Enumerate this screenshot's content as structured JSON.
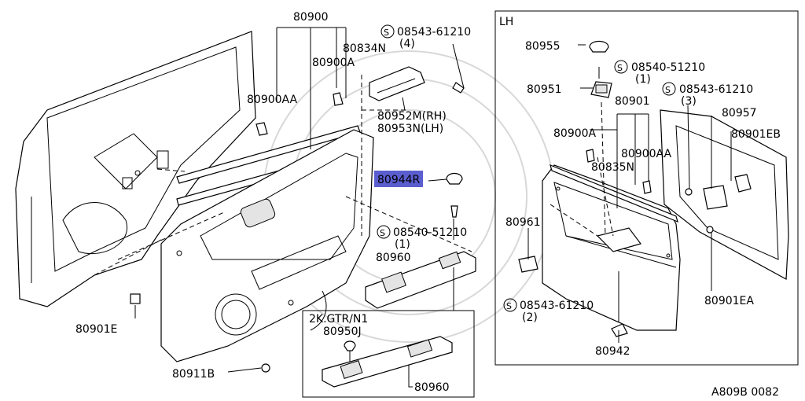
{
  "main_part_numbers": [
    "80900",
    "80834N",
    "80900A",
    "80900AA",
    "80952M(RH)",
    "80953N(LH)",
    "80944R",
    "80960",
    "80901E",
    "80911B"
  ],
  "screw_callouts": [
    {
      "code": "08543-61210",
      "qty": "(4)"
    },
    {
      "code": "08540-51210",
      "qty": "(1)"
    }
  ],
  "inset_variant": {
    "label": "2K.GTR/N1",
    "parts": [
      "80950J",
      "80960"
    ]
  },
  "lh_panel": {
    "label": "LH",
    "parts": [
      "80955",
      "80951",
      "80901",
      "80900A",
      "80900AA",
      "80835N",
      "80957",
      "80901EB",
      "80961",
      "80901EA",
      "80942"
    ],
    "screw_callouts": [
      {
        "code": "08540-51210",
        "qty": "(1)"
      },
      {
        "code": "08543-61210",
        "qty": "(3)"
      },
      {
        "code": "08543-61210",
        "qty": "(2)"
      }
    ]
  },
  "screw_symbol": "S",
  "drawing_code": "A809B 0082",
  "highlight_color": "#5a5ecf"
}
